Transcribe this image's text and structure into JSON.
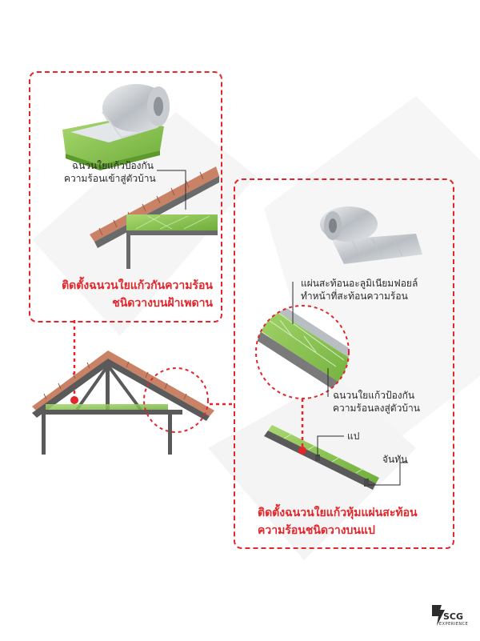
{
  "top_panel": {
    "callout": [
      "ฉนวนใยแก้วป้องกัน",
      "ความร้อนเข้าสู่ตัวบ้าน"
    ],
    "title": [
      "ติดตั้งฉนวนใยแก้วกันความร้อน",
      "ชนิดวางบนฝ้าเพดาน"
    ]
  },
  "right_panel": {
    "foil_callout": [
      "แผ่นสะท้อนอะลูมิเนียมฟอยล์",
      "ทำหน้าที่สะท้อนความร้อน"
    ],
    "insulation_callout": [
      "ฉนวนใยแก้วป้องกัน",
      "ความร้อนลงสู่ตัวบ้าน"
    ],
    "purlin_label": "แป",
    "bracket_label": "จันทัน",
    "title": [
      "ติดตั้งฉนวนใยแก้วหุ้มแผ่นสะท้อน",
      "ความร้อนชนิดวางบนแป"
    ]
  },
  "logo": {
    "brand": "SCG",
    "tagline": "EXPERIENCE"
  },
  "colors": {
    "accent_red": "#e2262b",
    "insulation_green": "#8cc44a",
    "roof_tile": "#c98266",
    "structure_gray": "#5a5a5a"
  }
}
